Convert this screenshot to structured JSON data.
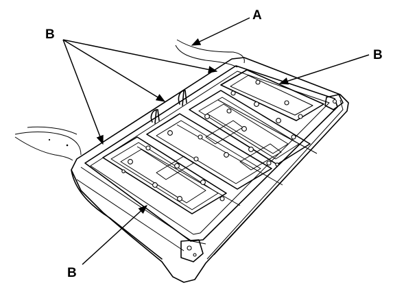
{
  "callouts": {
    "a": "A",
    "b_top_left": "B",
    "b_top_right": "B",
    "b_bottom": "B"
  }
}
